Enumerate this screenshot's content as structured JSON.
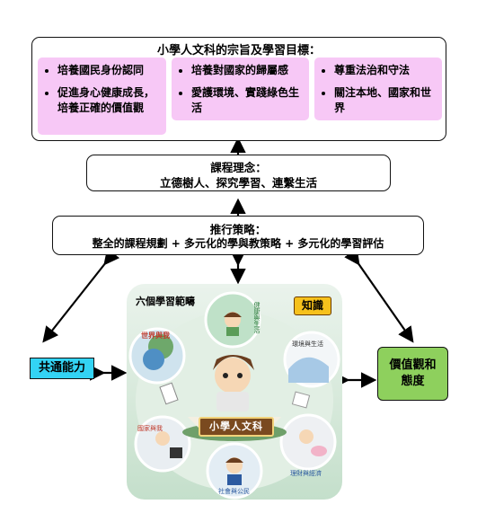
{
  "goals": {
    "title": "小學人文科的宗旨及學習目標：",
    "col1": [
      "培養國民身份認同",
      "促進身心健康成長，培養正確的價值觀"
    ],
    "col2": [
      "培養對國家的歸屬感",
      "愛護環境、實踐綠色生活"
    ],
    "col3": [
      "尊重法治和守法",
      "關注本地、國家和世界"
    ]
  },
  "philosophy": {
    "title": "課程理念：",
    "text": "立德樹人、探究學習、連繫生活"
  },
  "strategy": {
    "title": "推行策略：",
    "text": "整全的課程規劃 + 多元化的學與教策略 + 多元化的學習評估"
  },
  "left_box": "共通能力",
  "right_box": "價值觀和態度",
  "image": {
    "heading": "六個學習範疇",
    "knowledge_tag": "知識",
    "banner": "小學人文科",
    "areas": [
      "健康與生活",
      "世界與我",
      "環境與生活",
      "國家與我",
      "社會與公民",
      "理財與經濟"
    ]
  }
}
